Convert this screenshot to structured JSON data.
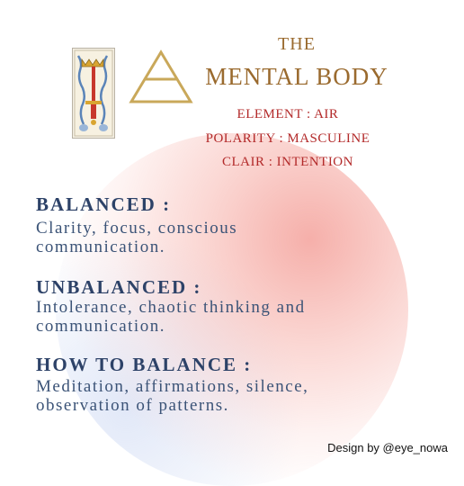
{
  "title": {
    "line1": "THE",
    "line2": "MENTAL BODY"
  },
  "attributes": [
    "ELEMENT : AIR",
    "POLARITY : MASCULINE",
    "CLAIR : INTENTION"
  ],
  "sections": [
    {
      "heading": "BALANCED :",
      "lines": [
        "Clarity, focus, conscious",
        "communication."
      ]
    },
    {
      "heading": "UNBALANCED :",
      "lines": [
        "Intolerance, chaotic thinking and",
        "communication."
      ]
    },
    {
      "heading": "HOW TO BALANCE :",
      "lines": [
        "Meditation, affirmations, silence,",
        "observation of patterns."
      ]
    }
  ],
  "credit": "Design by @eye_nowa",
  "colors": {
    "gold": "#9a6a2e",
    "red": "#b32a2a",
    "navy": "#2d4268",
    "orb": "#ee6e64"
  },
  "icons": [
    "tarot-card-sword-icon",
    "air-triangle-icon"
  ]
}
